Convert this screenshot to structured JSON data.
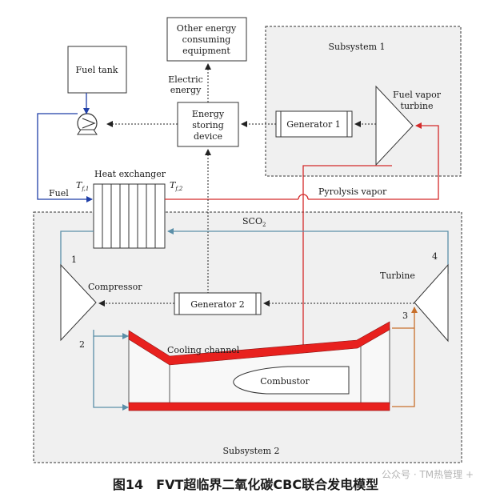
{
  "labels": {
    "fuel_tank": "Fuel tank",
    "other_equipment": [
      "Other energy",
      "consuming",
      "equipment"
    ],
    "electric_energy": [
      "Electric",
      "energy"
    ],
    "energy_storing": [
      "Energy",
      "storing",
      "device"
    ],
    "generator1": "Generator 1",
    "generator2": "Generator 2",
    "subsystem1": "Subsystem 1",
    "subsystem2": "Subsystem 2",
    "fuel_vapor_turbine": [
      "Fuel vapor",
      "turbine"
    ],
    "heat_exchanger": "Heat exchanger",
    "fuel": "Fuel",
    "t_f1": "T",
    "t_f1_sub": "f,1",
    "t_f2": "T",
    "t_f2_sub": "f,2",
    "pyrolysis_vapor": "Pyrolysis vapor",
    "sco2": "SCO",
    "sco2_sub": "2",
    "compressor": "Compressor",
    "turbine": "Turbine",
    "cooling_channel": "Cooling channel",
    "combustor": "Combustor",
    "point1": "1",
    "point2": "2",
    "point3": "3",
    "point4": "4"
  },
  "caption": "图14　FVT超临界二氧化碳CBC联合发电模型",
  "watermark": "公众号 · TM热管理 +",
  "colors": {
    "fuel_line": "#1f3fa8",
    "vapor_line": "#d42a2a",
    "co2_line": "#5b8fa8",
    "hot_line": "#c8702c",
    "channel_fill": "#e8211e"
  }
}
